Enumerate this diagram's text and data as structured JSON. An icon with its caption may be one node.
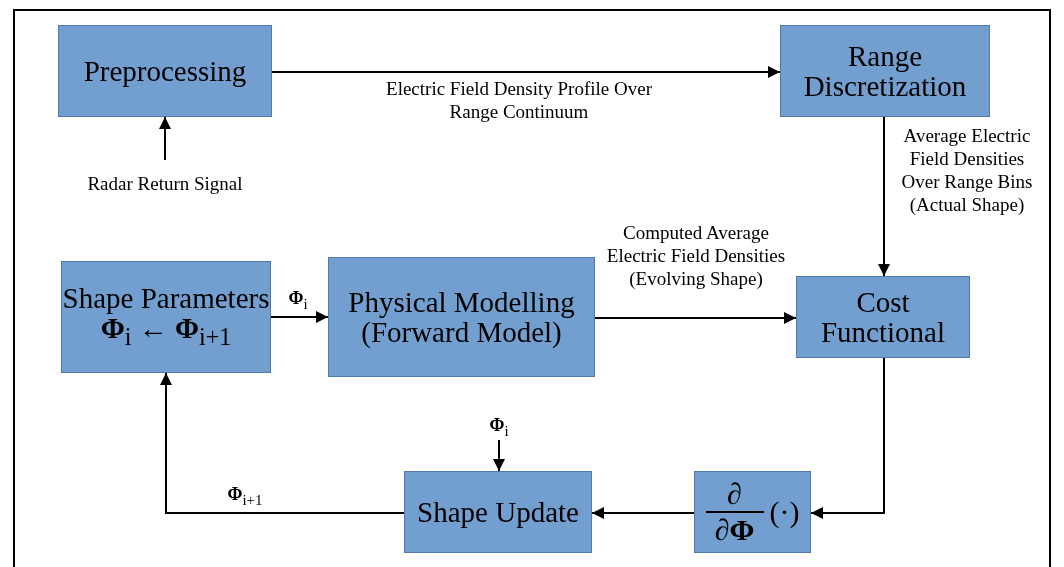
{
  "diagram": {
    "nodes": [
      {
        "text": [
          "Preprocessing"
        ]
      },
      {
        "text": [
          "Range Discretization"
        ]
      },
      {
        "text": [
          "Radar Return Signal"
        ]
      },
      {
        "text": [
          "Shape Parameters",
          "**Φ**$_{i}$ ← **Φ**$_{i+1}$"
        ]
      },
      {
        "text": [
          "Physical Modelling (Forward Model)"
        ]
      },
      {
        "text": [
          "Cost Functional"
        ]
      },
      {
        "text": [
          "Shape Update"
        ]
      },
      {
        "text": [
          "∂",
          "∂**Φ**",
          "(·)"
        ]
      },
      {
        "text": [
          "**Φ**$_{i}$"
        ]
      }
    ],
    "edges": [
      {
        "from": 2,
        "to": 0,
        "arrow": "to"
      },
      {
        "from": 0,
        "to": 1,
        "arrow": "to",
        "label": "Electric Field Density Profile Over Range Continuum"
      },
      {
        "from": 1,
        "to": 5,
        "arrow": "to",
        "label": "Average Electric Field Densities Over Range Bins (Actual Shape)"
      },
      {
        "from": 3,
        "to": 4,
        "arrow": "to",
        "label": "**Φ**$_{i}$"
      },
      {
        "from": 4,
        "to": 5,
        "arrow": "to",
        "label": "Computed Average Electric Field Densities (Evolving Shape)"
      },
      {
        "from": 5,
        "to": 7,
        "arrow": "to"
      },
      {
        "from": 7,
        "to": 6,
        "arrow": "to"
      },
      {
        "from": 8,
        "to": 6,
        "arrow": "to"
      },
      {
        "from": 6,
        "to": 3,
        "arrow": "to",
        "label": "**Φ**$_{i+1}$"
      }
    ]
  }
}
